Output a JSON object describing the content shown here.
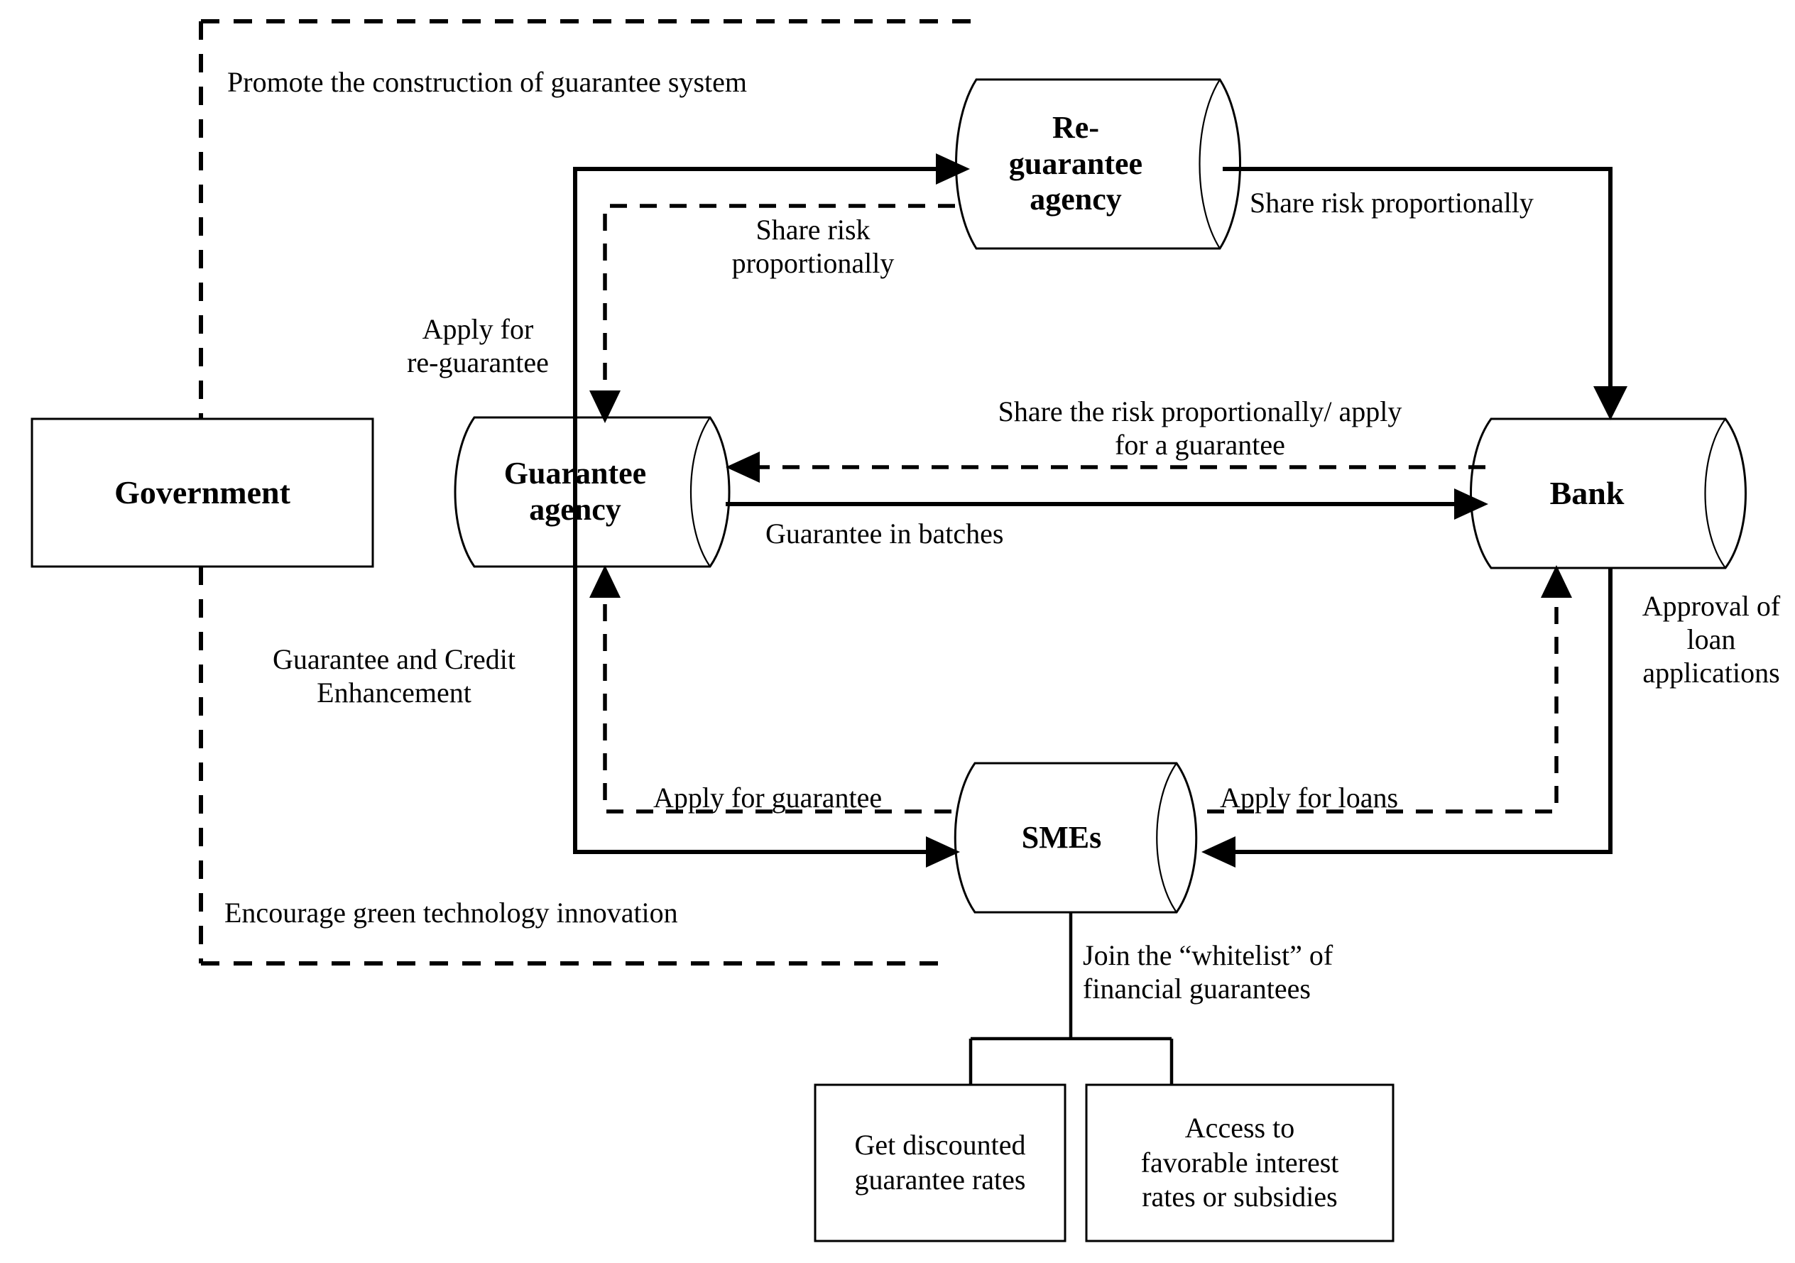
{
  "diagram": {
    "title": "Green finance guarantee system flow diagram",
    "colors": {
      "stroke": "#000000",
      "fill": "#ffffff",
      "text": "#000000"
    },
    "nodes": [
      {
        "id": "government",
        "label": "Government",
        "shape": "rectangle"
      },
      {
        "id": "guarantee-agency",
        "label": "Guarantee\nagency",
        "shape": "cylinder"
      },
      {
        "id": "re-guarantee-agency",
        "label": "Re-\nguarantee\nagency",
        "shape": "cylinder"
      },
      {
        "id": "bank",
        "label": "Bank",
        "shape": "cylinder"
      },
      {
        "id": "smes",
        "label": "SMEs",
        "shape": "cylinder"
      },
      {
        "id": "discounted-rates",
        "label": "Get discounted\nguarantee rates",
        "shape": "rectangle"
      },
      {
        "id": "favorable-interest",
        "label": "Access to\nfavorable interest\nrates or subsidies",
        "shape": "rectangle"
      }
    ],
    "edge_labels": {
      "promote_guarantee_system": "Promote the construction of guarantee system",
      "share_risk_proportionally_left": "Share risk\nproportionally",
      "share_risk_proportionally_right": "Share risk proportionally",
      "apply_for_re_guarantee": "Apply for\nre-guarantee",
      "share_risk_apply_guarantee": "Share the risk proportionally/ apply\nfor a guarantee",
      "guarantee_in_batches": "Guarantee in batches",
      "guarantee_and_credit_enhancement": "Guarantee and Credit\nEnhancement",
      "approval_of_loan_applications": "Approval of\nloan\napplications",
      "apply_for_guarantee": "Apply for guarantee",
      "apply_for_loans": "Apply for loans",
      "encourage_green_tech": "Encourage green technology innovation",
      "join_whitelist": "Join the “whitelist” of\nfinancial guarantees"
    }
  }
}
